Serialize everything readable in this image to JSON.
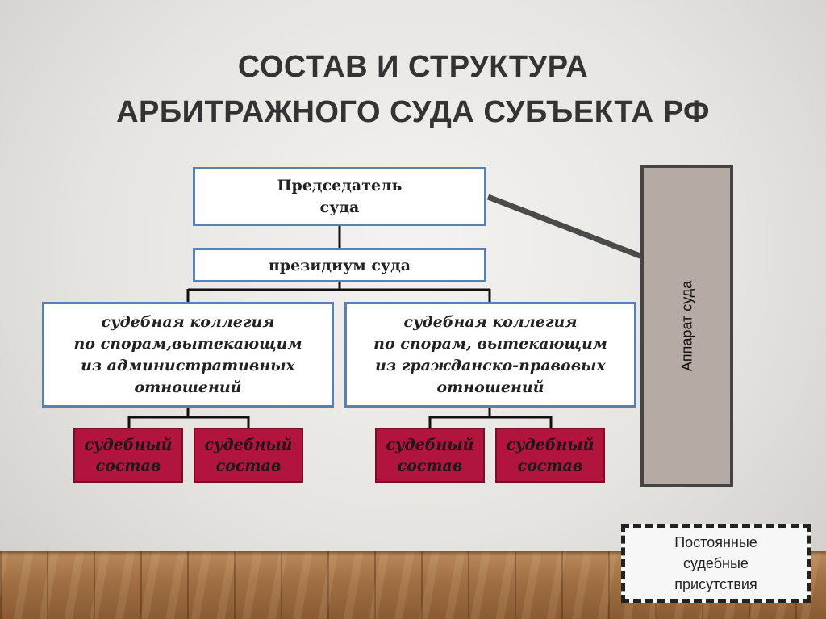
{
  "slide": {
    "title_line1": "СОСТАВ И СТРУКТУРА",
    "title_line2": "АРБИТРАЖНОГО СУДА СУБЪЕКТА РФ"
  },
  "diagram": {
    "chairman": {
      "line1": "Председатель",
      "line2": "суда"
    },
    "presidium": "президиум суда",
    "colleges": [
      {
        "line1": "судебная коллегия",
        "line2": "по спорам,вытекающим",
        "line3": "из административных",
        "line4": "отношений"
      },
      {
        "line1": "судебная коллегия",
        "line2": "по спорам, вытекающим",
        "line3": "из гражданско-правовых",
        "line4": "отношений"
      }
    ],
    "compositions": [
      {
        "line1": "судебный",
        "line2": "состав"
      },
      {
        "line1": "судебный",
        "line2": "состав"
      },
      {
        "line1": "судебный",
        "line2": "состав"
      },
      {
        "line1": "судебный",
        "line2": "состав"
      }
    ],
    "apparatus": "Аппарат суда",
    "permanent_presence": {
      "line1": "Постоянные",
      "line2": "судебные",
      "line3": "присутствия"
    }
  },
  "colors": {
    "box_border": "#5b7fb0",
    "composition_fill": "#b1143d",
    "apparatus_fill": "#b6aba4"
  }
}
